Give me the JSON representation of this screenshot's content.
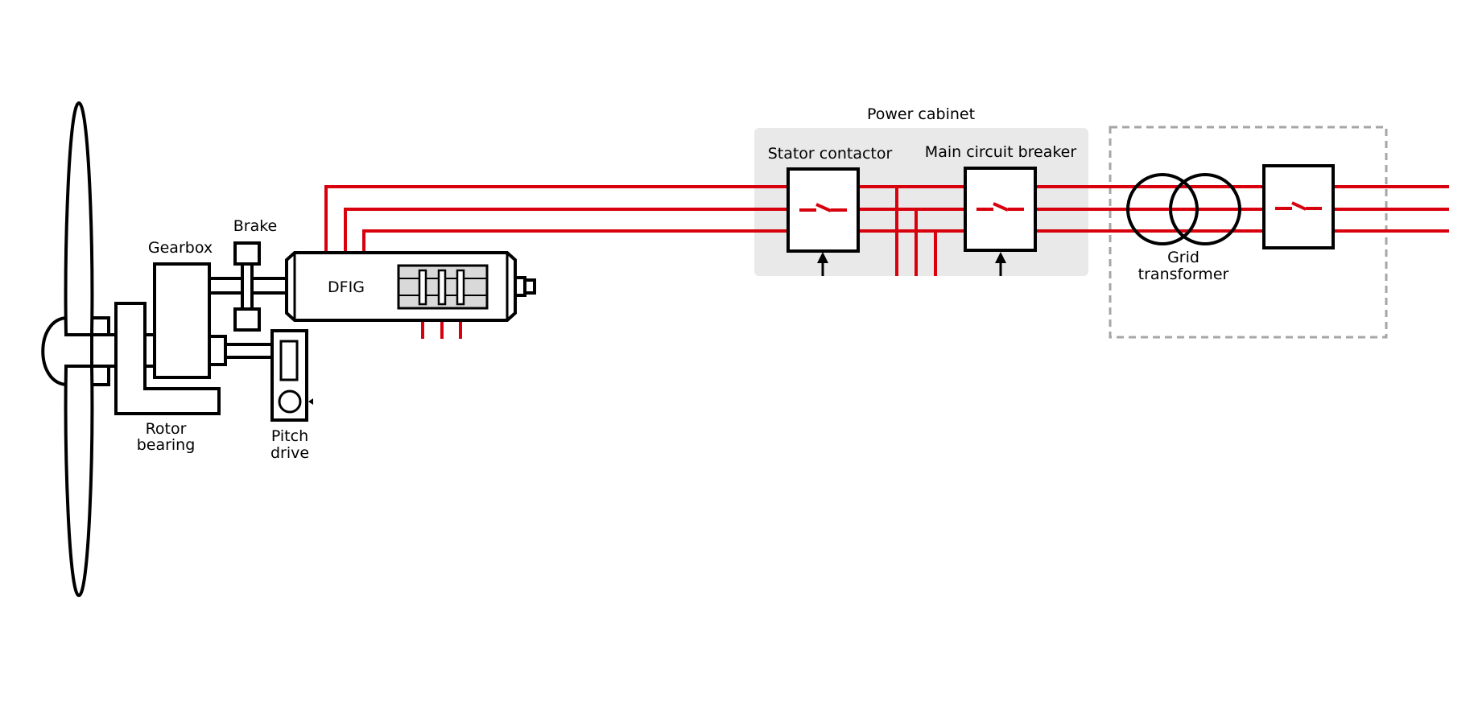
{
  "labels": {
    "power_cabinet": "Power cabinet",
    "stator_contactor": "Stator contactor",
    "main_circuit_breaker": "Main circuit breaker",
    "grid_transformer_line1": "Grid",
    "grid_transformer_line2": "transformer",
    "gearbox": "Gearbox",
    "brake": "Brake",
    "dfig": "DFIG",
    "rotor_bearing_line1": "Rotor",
    "rotor_bearing_line2": "bearing",
    "pitch_drive_line1": "Pitch",
    "pitch_drive_line2": "drive"
  },
  "colors": {
    "power_line": "#d9000d",
    "cabinet_fill": "#e9e9e9",
    "outline": "#000000",
    "dashed_border": "#a6a6a6"
  }
}
